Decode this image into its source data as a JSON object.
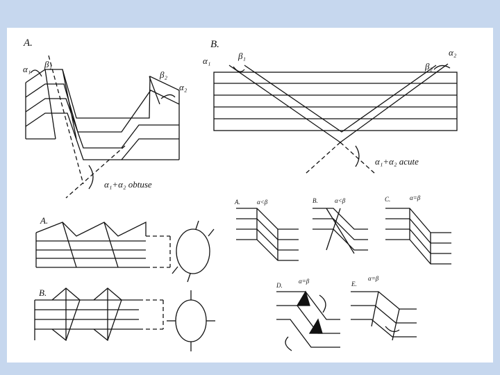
{
  "figure": {
    "panel_top_left": {
      "label": "A.",
      "alpha1": "α₁",
      "beta1": "β₁",
      "alpha2": "α₂",
      "beta2": "β₂",
      "caption": "α₁+α₂ obtuse"
    },
    "panel_top_right": {
      "label": "B.",
      "alpha1": "α₁",
      "beta1": "β₁",
      "alpha2": "α₂",
      "beta2": "β₂",
      "caption": "α₁+α₂ acute"
    },
    "panel_bottom_left": {
      "label_a": "A.",
      "label_b": "B."
    },
    "panel_bottom_right": {
      "label_a": "A.",
      "cond_a": "α<β",
      "label_b": "B.",
      "cond_b": "α<β",
      "label_c": "C.",
      "cond_c": "α=β",
      "label_d": "D.",
      "cond_d": "α=β",
      "label_e": "E.",
      "cond_e": "α=β"
    }
  },
  "colors": {
    "background": "#c6d7ee",
    "slide": "#ffffff",
    "ink": "#111111"
  }
}
